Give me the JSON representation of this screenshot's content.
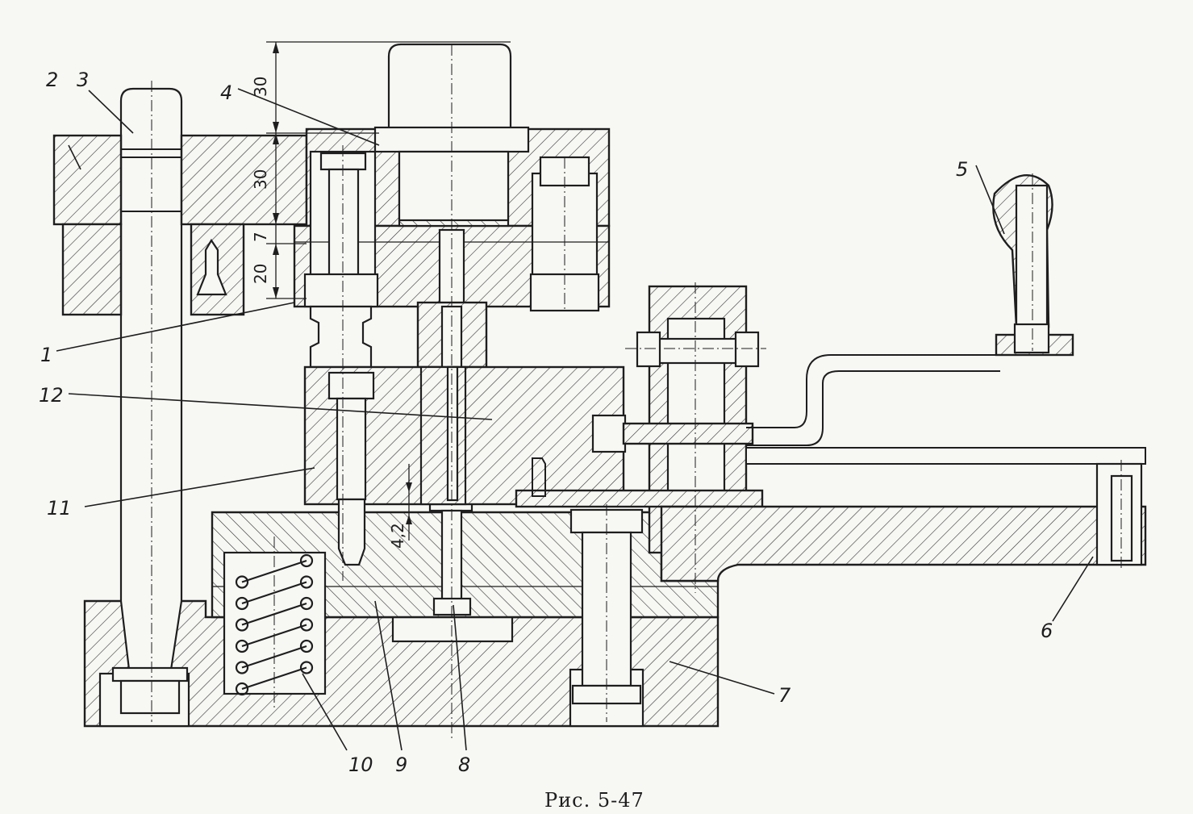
{
  "figure": {
    "caption": "Рис. 5-47",
    "part_labels": [
      "1",
      "2",
      "3",
      "4",
      "5",
      "6",
      "7",
      "8",
      "9",
      "10",
      "11",
      "12"
    ],
    "dimensions": [
      "30",
      "30",
      "7",
      "20",
      "4,2"
    ]
  }
}
